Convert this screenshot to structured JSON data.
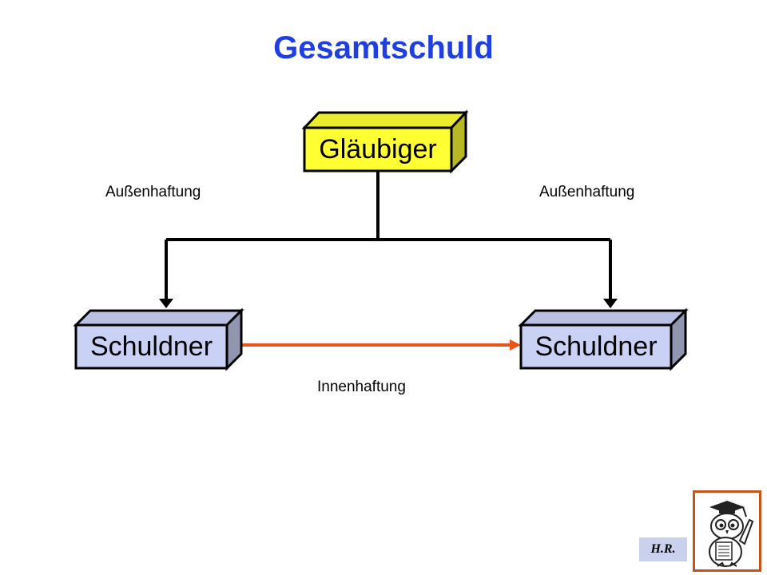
{
  "title": "Gesamtschuld",
  "nodes": {
    "creditor": {
      "label": "Gläubiger",
      "color": "#ffff33"
    },
    "debtor_left": {
      "label": "Schuldner",
      "color": "#c9d1f5"
    },
    "debtor_right": {
      "label": "Schuldner",
      "color": "#c9d1f5"
    }
  },
  "edges": {
    "outer_left_label": "Außenhaftung",
    "outer_right_label": "Außenhaftung",
    "inner_label": "Innenhaftung",
    "inner_color": "#e8541a"
  },
  "footer": {
    "signature": "H.R.",
    "logo_icon": "owl-professor-icon"
  }
}
